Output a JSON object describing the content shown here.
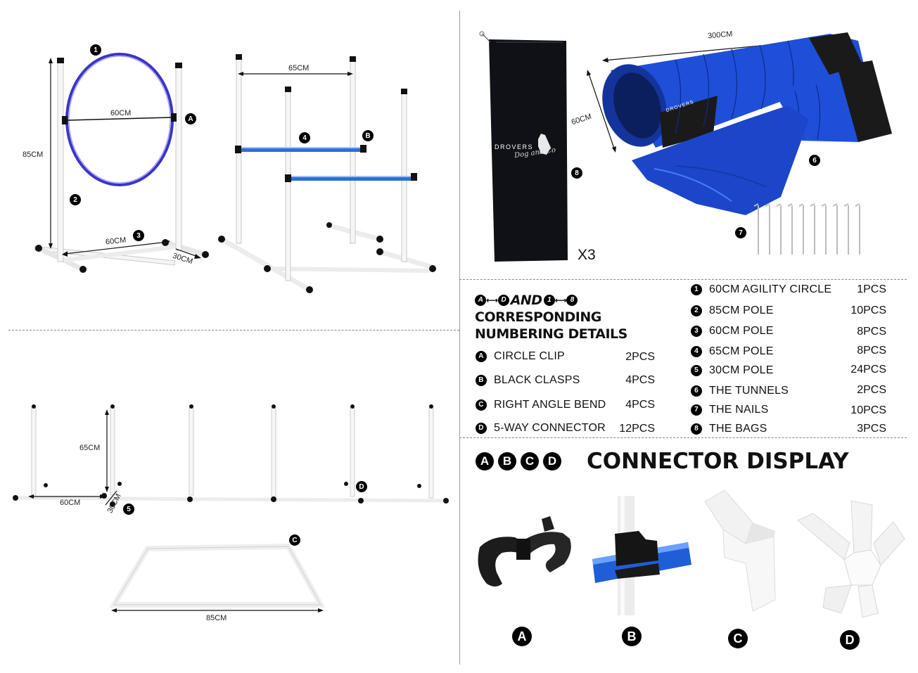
{
  "jump_hoop": {
    "badge_1": "1",
    "badge_2": "2",
    "badge_3": "3",
    "badge_a": "A",
    "dim_height": "85CM",
    "dim_hoop": "60CM",
    "dim_base": "60CM",
    "dim_depth": "30CM"
  },
  "bar_jump": {
    "badge_4": "4",
    "badge_b": "B",
    "dim_width": "65CM"
  },
  "bag": {
    "brand": "DROVERS",
    "script": "Dog and Co",
    "badge_8": "8",
    "qty_label": "X3"
  },
  "tunnel": {
    "dim_length": "300CM",
    "dim_diameter": "60CM",
    "badge_6": "6",
    "badge_7": "7",
    "brand": "DROVERS"
  },
  "weave": {
    "dim_height": "65CM",
    "dim_base": "60CM",
    "dim_depth": "30CM",
    "badge_5": "5",
    "badge_d": "D"
  },
  "frame": {
    "badge_c": "C",
    "dim_width": "85CM"
  },
  "legend": {
    "heading_range_1_start": "A",
    "heading_range_1_end": "D",
    "heading_and": "AND",
    "heading_range_2_start": "1",
    "heading_range_2_end": "8",
    "heading_line2": "CORRESPONDING",
    "heading_line3": "NUMBERING DETAILS",
    "letters": [
      {
        "badge": "A",
        "label": "CIRCLE CLIP",
        "qty": "2PCS"
      },
      {
        "badge": "B",
        "label": "BLACK CLASPS",
        "qty": "4PCS"
      },
      {
        "badge": "C",
        "label": "RIGHT ANGLE BEND",
        "qty": "4PCS"
      },
      {
        "badge": "D",
        "label": "5-WAY CONNECTOR",
        "qty": "12PCS"
      }
    ],
    "numbers": [
      {
        "badge": "1",
        "label": "60CM AGILITY CIRCLE",
        "qty": "1PCS"
      },
      {
        "badge": "2",
        "label": "85CM POLE",
        "qty": "10PCS"
      },
      {
        "badge": "3",
        "label": "60CM POLE",
        "qty": "8PCS"
      },
      {
        "badge": "4",
        "label": "65CM POLE",
        "qty": "8PCS"
      },
      {
        "badge": "5",
        "label": "30CM POLE",
        "qty": "24PCS"
      },
      {
        "badge": "6",
        "label": "THE TUNNELS",
        "qty": "2PCS"
      },
      {
        "badge": "7",
        "label": "THE NAILS",
        "qty": "10PCS"
      },
      {
        "badge": "8",
        "label": "THE BAGS",
        "qty": "3PCS"
      }
    ]
  },
  "connector_display": {
    "title_badges": [
      "A",
      "B",
      "C",
      "D"
    ],
    "title": "CONNECTOR DISPLAY",
    "items": [
      {
        "badge": "A",
        "icon": "clip-icon"
      },
      {
        "badge": "B",
        "icon": "clasp-icon"
      },
      {
        "badge": "C",
        "icon": "elbow-icon"
      },
      {
        "badge": "D",
        "icon": "five-way-icon"
      }
    ]
  },
  "colors": {
    "pole": "#f4f4f4",
    "pole_edge": "#bdbdbd",
    "hoop": "#3a35c8",
    "bar": "#2d6fd6",
    "tunnel_blue": "#1f4fd8",
    "tunnel_black": "#1a1a1a",
    "bag": "#0f1116"
  }
}
